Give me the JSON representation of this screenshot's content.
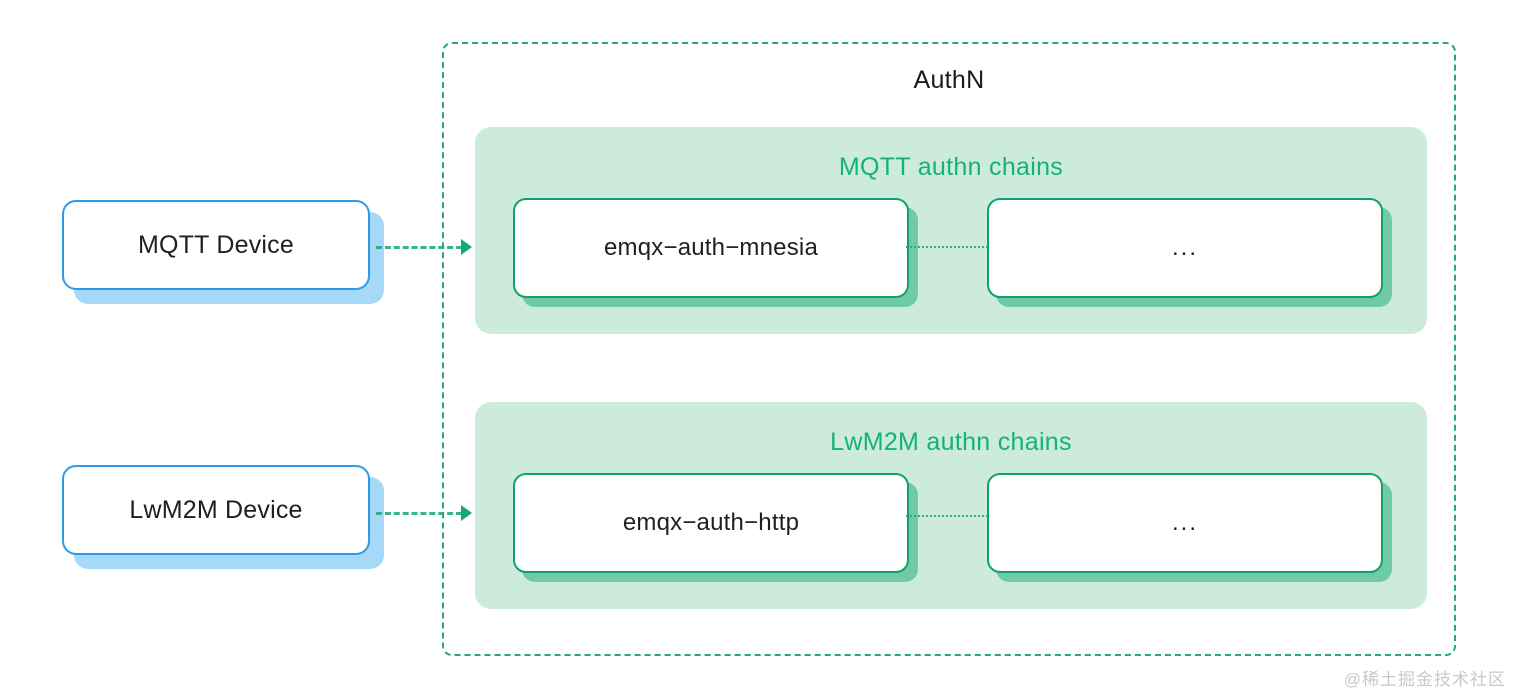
{
  "diagram": {
    "title": "AuthN",
    "watermark": "@稀土掘金技术社区",
    "colors": {
      "device_border": "#2f9be8",
      "device_shadow": "#a6d9f7",
      "panel_fill": "#cdebdd",
      "panel_title": "#14b277",
      "auth_border": "#10a16d",
      "auth_shadow": "#6ecba6",
      "container_border": "#2aa67c",
      "connector": "#16a87a"
    }
  },
  "devices": [
    {
      "label": "MQTT Device"
    },
    {
      "label": "LwM2M Device"
    }
  ],
  "chains": [
    {
      "title": "MQTT authn chains",
      "nodes": [
        {
          "label": "emqx−auth−mnesia"
        },
        {
          "label": "..."
        }
      ]
    },
    {
      "title": "LwM2M authn chains",
      "nodes": [
        {
          "label": "emqx−auth−http"
        },
        {
          "label": "..."
        }
      ]
    }
  ]
}
